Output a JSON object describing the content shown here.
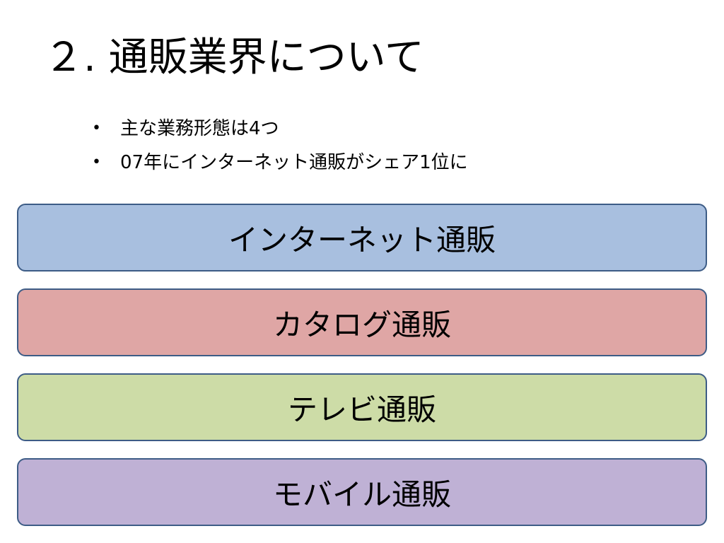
{
  "slide": {
    "title": "２. 通販業界について",
    "bullets": [
      "主な業務形態は4つ",
      "07年にインターネット通販がシェア1位に"
    ],
    "categories": [
      {
        "label": "インターネット通販",
        "color": "#a8bfdf"
      },
      {
        "label": "カタログ通販",
        "color": "#dfa6a5"
      },
      {
        "label": "テレビ通販",
        "color": "#cddca7"
      },
      {
        "label": "モバイル通販",
        "color": "#bfb1d5"
      }
    ],
    "border_color": "#3d5c86",
    "bullet_symbol": "•"
  }
}
